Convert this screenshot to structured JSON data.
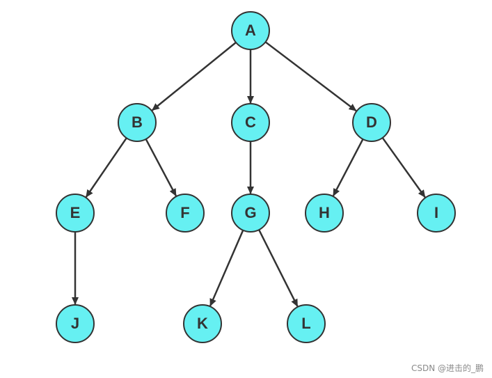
{
  "diagram": {
    "type": "tree",
    "node_fill": "#66f0f2",
    "node_stroke": "#333333",
    "edge_color": "#333333",
    "nodes": [
      {
        "id": "A",
        "label": "A"
      },
      {
        "id": "B",
        "label": "B"
      },
      {
        "id": "C",
        "label": "C"
      },
      {
        "id": "D",
        "label": "D"
      },
      {
        "id": "E",
        "label": "E"
      },
      {
        "id": "F",
        "label": "F"
      },
      {
        "id": "G",
        "label": "G"
      },
      {
        "id": "H",
        "label": "H"
      },
      {
        "id": "I",
        "label": "I"
      },
      {
        "id": "J",
        "label": "J"
      },
      {
        "id": "K",
        "label": "K"
      },
      {
        "id": "L",
        "label": "L"
      }
    ],
    "edges": [
      {
        "from": "A",
        "to": "B"
      },
      {
        "from": "A",
        "to": "C"
      },
      {
        "from": "A",
        "to": "D"
      },
      {
        "from": "B",
        "to": "E"
      },
      {
        "from": "B",
        "to": "F"
      },
      {
        "from": "C",
        "to": "G"
      },
      {
        "from": "D",
        "to": "H"
      },
      {
        "from": "D",
        "to": "I"
      },
      {
        "from": "E",
        "to": "J"
      },
      {
        "from": "G",
        "to": "K"
      },
      {
        "from": "G",
        "to": "L"
      }
    ]
  },
  "watermark": {
    "text": "CSDN @进击的_鹏"
  }
}
